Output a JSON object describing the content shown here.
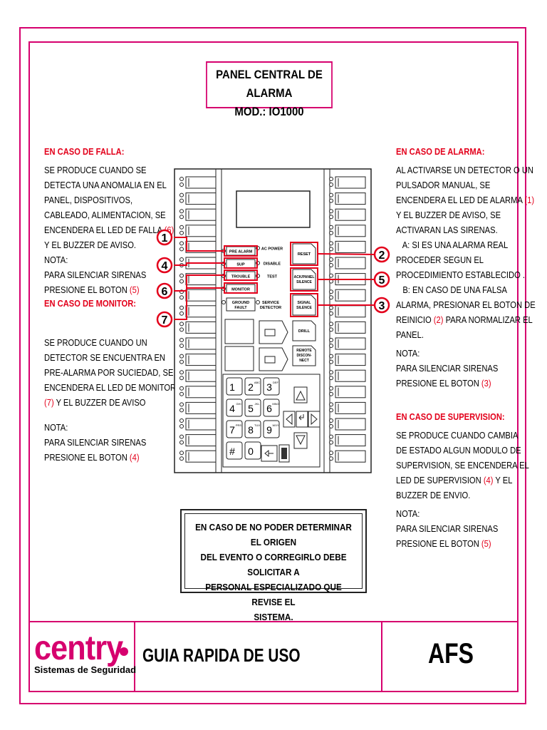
{
  "title": {
    "line1": "PANEL CENTRAL DE ALARMA",
    "line2": "MOD.: IO1000"
  },
  "left": {
    "falla": {
      "heading": "EN CASO DE FALLA:",
      "lines": [
        "SE PRODUCE CUANDO SE",
        "DETECTA UNA ANOMALIA EN EL",
        "PANEL, DISPOSITIVOS,",
        "CABLEADO, ALIMENTACION, SE",
        "ENCENDERA EL LED DE FALLA ",
        "Y EL BUZZER DE AVISO.",
        "NOTA:",
        "PARA SILENCIAR SIRENAS",
        "PRESIONE EL BOTON "
      ],
      "ref_led": "(6)",
      "ref_btn": "(5)"
    },
    "monitor": {
      "heading": "EN CASO DE MONITOR:",
      "lines": [
        "SE PRODUCE CUANDO UN",
        "DETECTOR SE ENCUENTRA EN",
        "PRE-ALARMA POR SUCIEDAD, SE",
        "ENCENDERA EL LED DE MONITOR",
        " Y EL BUZZER DE AVISO"
      ],
      "ref_led": "(7)",
      "note": [
        "NOTA:",
        "PARA SILENCIAR SIRENAS",
        "PRESIONE EL BOTON "
      ],
      "ref_btn": "(4)"
    }
  },
  "right": {
    "alarma": {
      "heading": "EN CASO DE ALARMA:",
      "lines": [
        "AL ACTIVARSE UN DETECTOR O UN",
        "PULSADOR MANUAL, SE",
        "ENCENDERA EL LED DE ALARMA ",
        "Y EL BUZZER DE AVISO, SE",
        "ACTIVARAN LAS SIRENAS.",
        "   A: SI ES UNA ALARMA REAL",
        "PROCEDER SEGUN EL",
        "PROCEDIMIENTO ESTABLECIDO .",
        "   B: EN CASO DE UNA FALSA",
        "ALARMA, PRESIONAR EL BOTON DE",
        "REINICIO ",
        " PARA NORMALIZAR EL",
        "PANEL."
      ],
      "ref_led": "(1)",
      "ref_reset": "(2)",
      "note": [
        "NOTA:",
        "PARA SILENCIAR SIRENAS",
        "PRESIONE EL BOTON "
      ],
      "ref_btn": "(3)"
    },
    "supervision": {
      "heading": "EN CASO DE SUPERVISION:",
      "lines": [
        "SE PRODUCE CUANDO CAMBIA",
        "DE ESTADO ALGUN MODULO DE",
        "SUPERVISION, SE ENCENDERA EL",
        "LED DE SUPERVISION ",
        " Y EL",
        "BUZZER DE ENVIO."
      ],
      "ref_led": "(4)",
      "note": [
        "NOTA:",
        "PARA SILENCIAR SIRENAS",
        "PRESIONE EL BOTON "
      ],
      "ref_btn": "(5)"
    }
  },
  "panel": {
    "leds": [
      "PRE ALARM",
      "SUP",
      "TROUBLE",
      "MONITOR",
      "GROUND FAULT"
    ],
    "status": [
      "AC POWER",
      "DISABLE",
      "TEST",
      "SERVICE DETECTOR"
    ],
    "buttons": [
      "RESET",
      "ACK/PANEL SILENCE",
      "SIGNAL SILENCE",
      "DRILL",
      "REMOTE DISCON-NECT"
    ],
    "keys": [
      "1",
      "2",
      "3",
      "4",
      "5",
      "6",
      "7",
      "8",
      "9",
      "#",
      "0"
    ],
    "callouts": [
      "1",
      "4",
      "6",
      "7",
      "2",
      "5",
      "3"
    ]
  },
  "notice": [
    "EN CASO DE NO PODER DETERMINAR EL ORIGEN",
    "DEL EVENTO O CORREGIRLO DEBE SOLICITAR A",
    "PERSONAL ESPECIALIZADO QUE REVISE EL",
    "SISTEMA."
  ],
  "footer": {
    "brand": "centry",
    "brand_sub": "Sistemas de Seguridad",
    "guide": "GUIA RAPIDA DE USO",
    "code": "AFS"
  },
  "colors": {
    "accent": "#d6006e",
    "alert": "#e3001b"
  }
}
